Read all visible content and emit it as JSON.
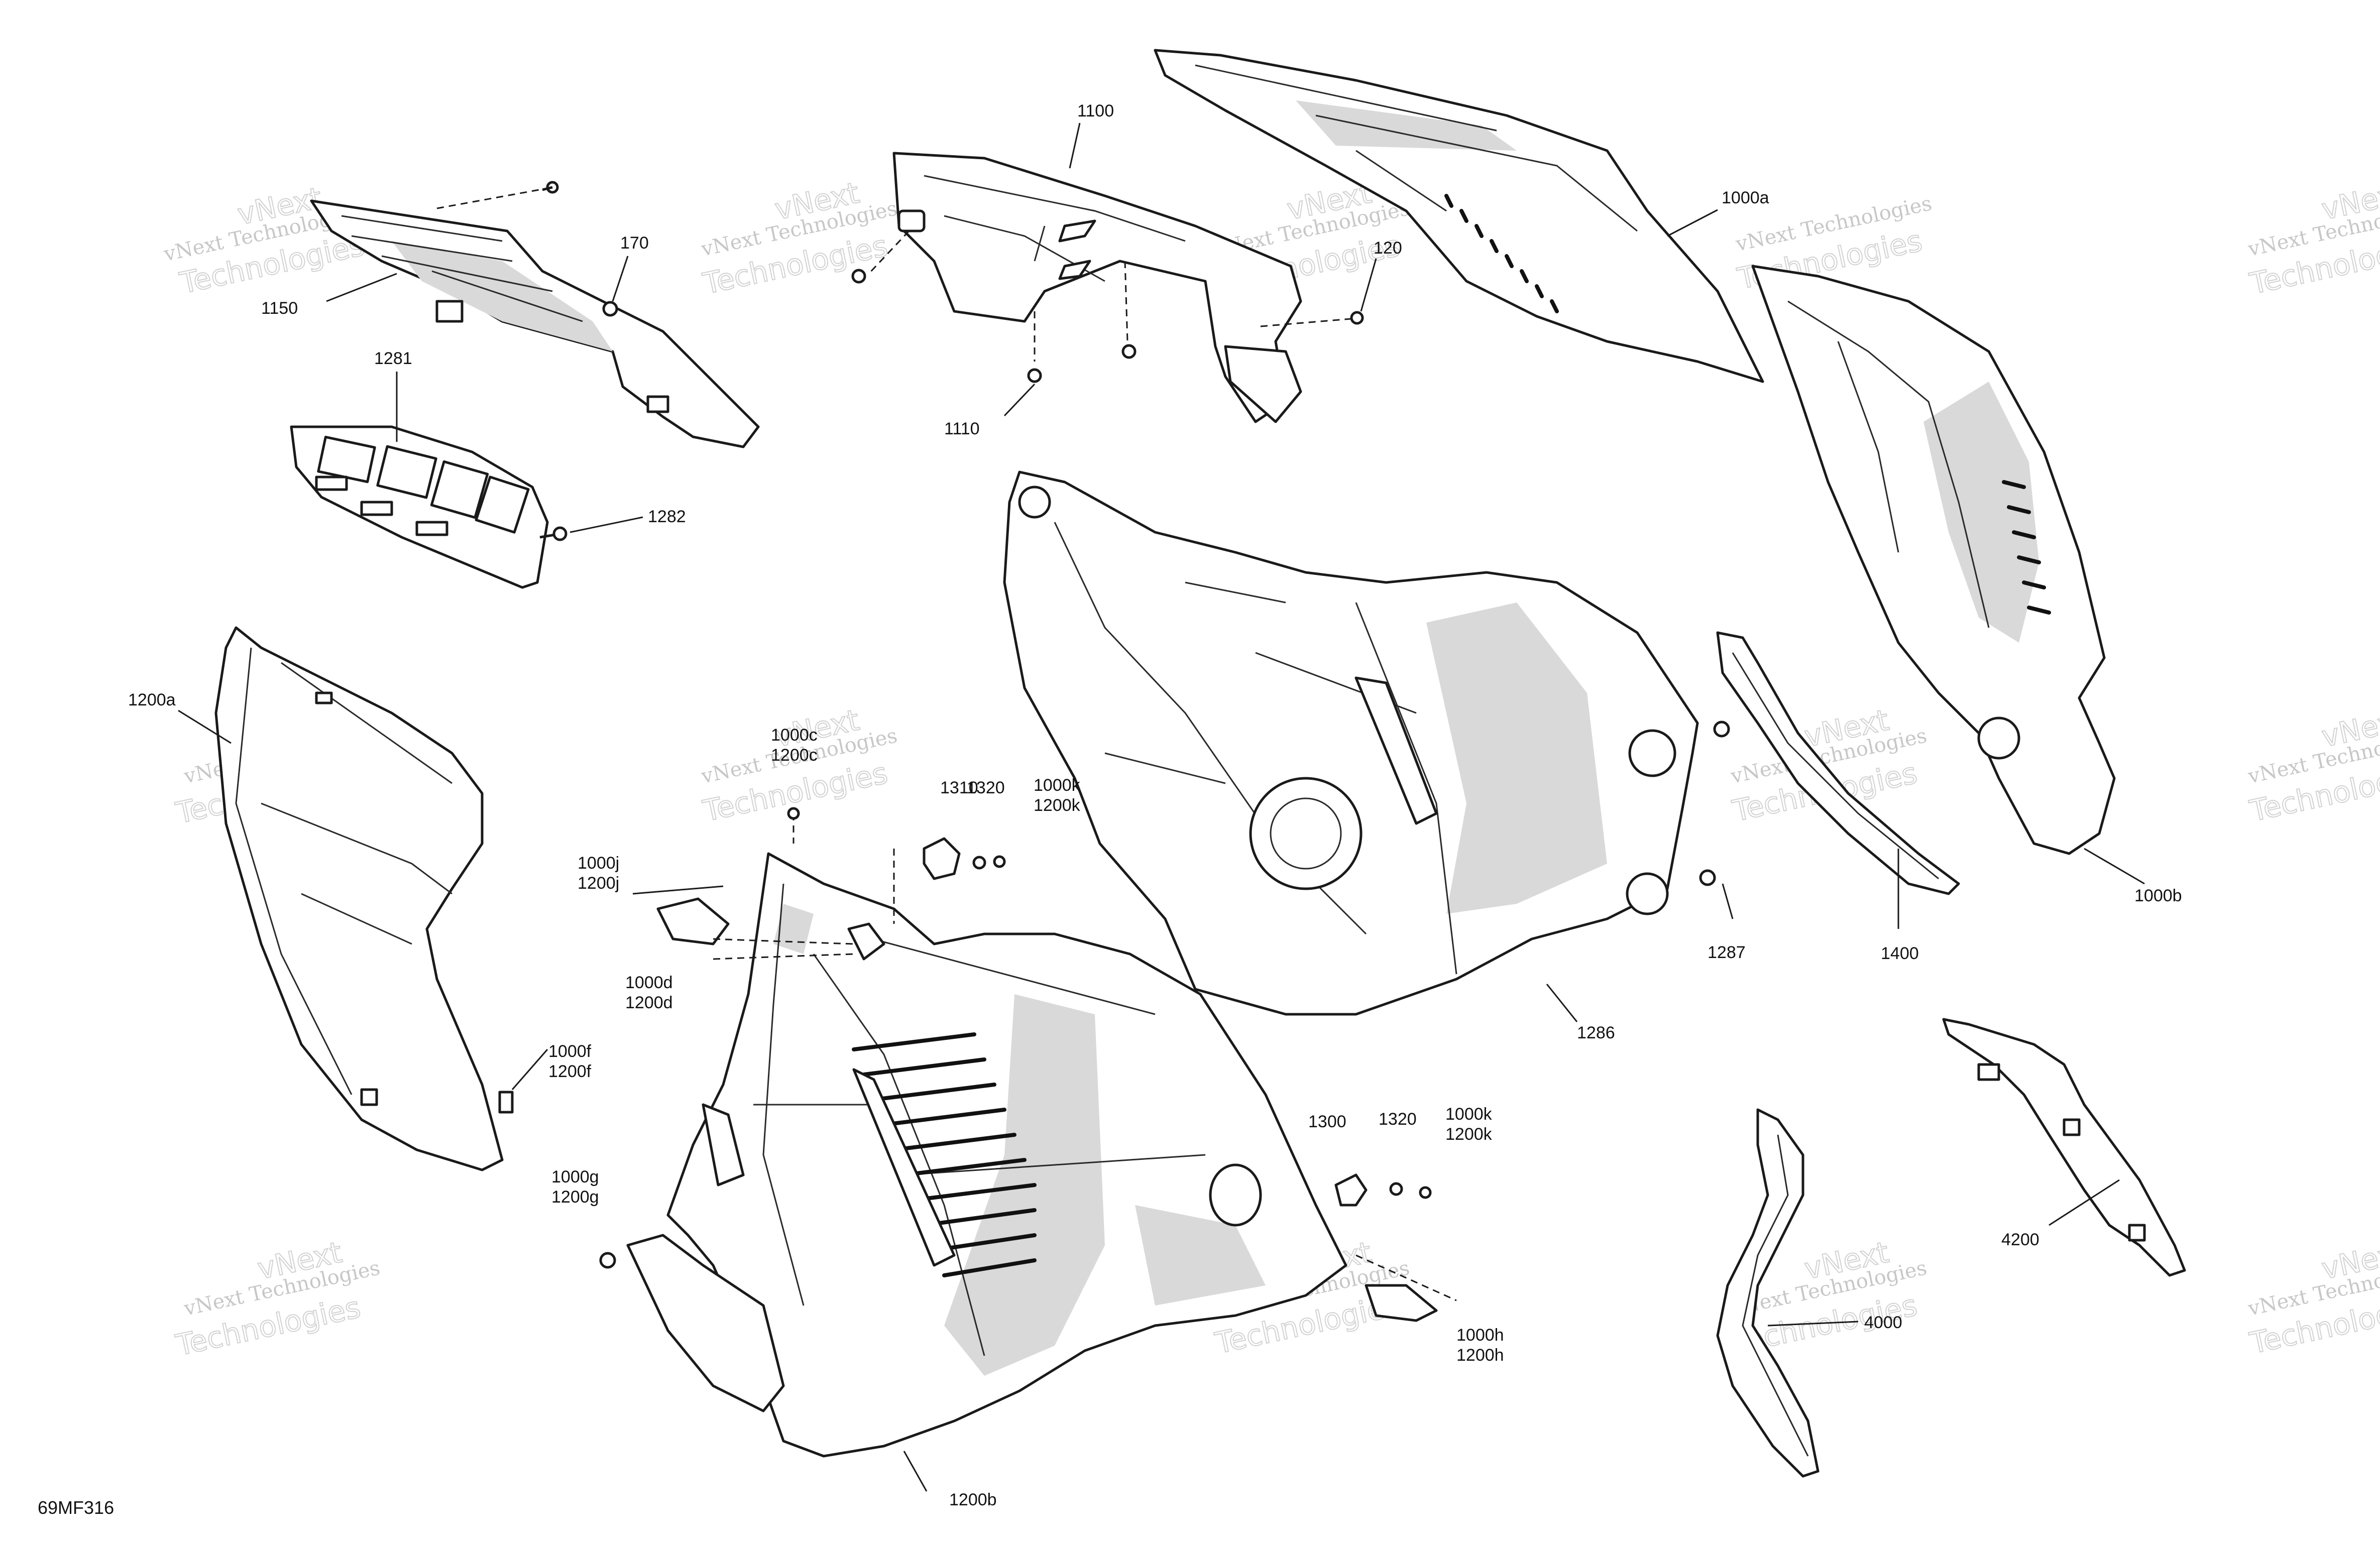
{
  "diagram_id": "69MF316",
  "watermark": {
    "line1": "vNext Technologies",
    "line2": "vNext",
    "line3": "Technologies"
  },
  "callouts": {
    "c1100": "1100",
    "c1000a": "1000a",
    "c170": "170",
    "c120": "120",
    "c1150": "1150",
    "c1110": "1110",
    "c1281": "1281",
    "c1282": "1282",
    "c1200a": "1200a",
    "c1000c": "1000c",
    "c1200c": "1200c",
    "c1310": "1310",
    "c1320a": "1320",
    "c1000k_a": "1000k",
    "c1200k_a": "1200k",
    "c1000j": "1000j",
    "c1200j": "1200j",
    "c1000d": "1000d",
    "c1200d": "1200d",
    "c1000f": "1000f",
    "c1200f": "1200f",
    "c1287": "1287",
    "c1400": "1400",
    "c1000b": "1000b",
    "c1286": "1286",
    "c1300": "1300",
    "c1320b": "1320",
    "c1000k_b": "1000k",
    "c1200k_b": "1200k",
    "c1000g": "1000g",
    "c1200g": "1200g",
    "c1000h": "1000h",
    "c1200h": "1200h",
    "c4200": "4200",
    "c4000": "4000",
    "c1200b": "1200b"
  }
}
